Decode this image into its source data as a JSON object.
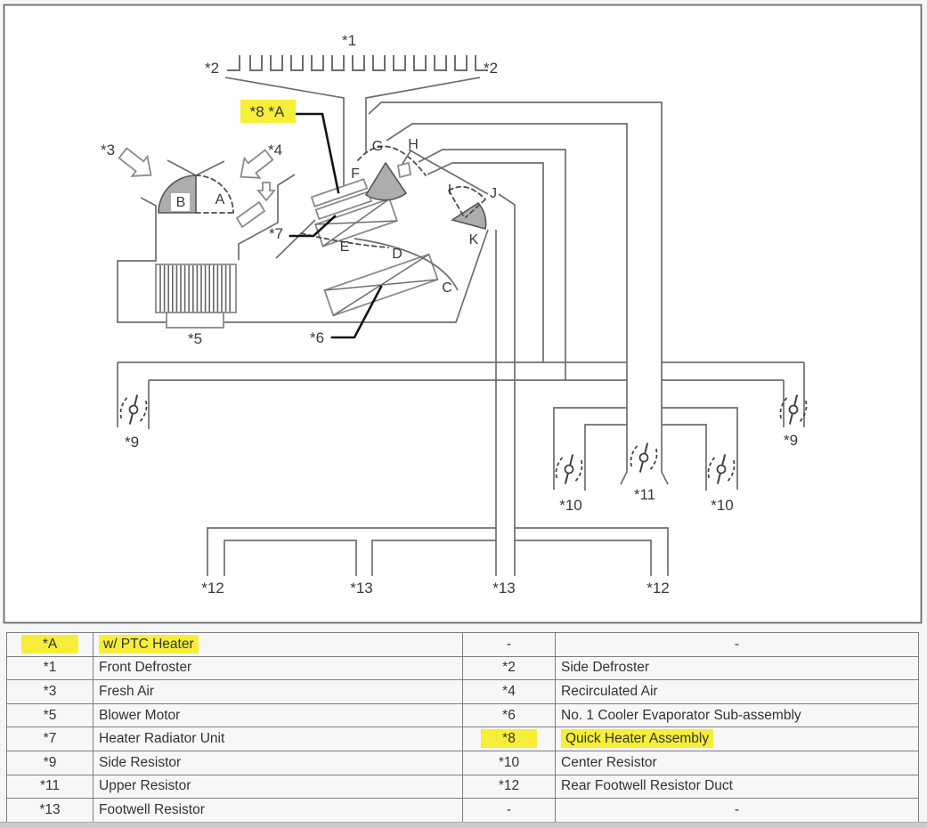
{
  "diagram": {
    "description": "HVAC air distribution schematic",
    "colors": {
      "highlight": "#f6ee39",
      "line": "#6e6e6e",
      "door_fill": "#adadad",
      "leader": "#141414"
    },
    "star_labels": [
      {
        "id": "label-1",
        "text": "*1"
      },
      {
        "id": "label-2-left",
        "text": "*2"
      },
      {
        "id": "label-2-right",
        "text": "*2"
      },
      {
        "id": "label-3",
        "text": "*3"
      },
      {
        "id": "label-4",
        "text": "*4"
      },
      {
        "id": "label-5",
        "text": "*5"
      },
      {
        "id": "label-6",
        "text": "*6"
      },
      {
        "id": "label-7",
        "text": "*7"
      },
      {
        "id": "label-8A",
        "text": "*8 *A",
        "highlighted": true
      },
      {
        "id": "label-9-left",
        "text": "*9"
      },
      {
        "id": "label-9-right",
        "text": "*9"
      },
      {
        "id": "label-10-left",
        "text": "*10"
      },
      {
        "id": "label-11",
        "text": "*11"
      },
      {
        "id": "label-10-right",
        "text": "*10"
      },
      {
        "id": "label-12-left",
        "text": "*12"
      },
      {
        "id": "label-13-left",
        "text": "*13"
      },
      {
        "id": "label-13-right",
        "text": "*13"
      },
      {
        "id": "label-12-right",
        "text": "*12"
      }
    ],
    "door_letters": [
      {
        "id": "door-A",
        "text": "A"
      },
      {
        "id": "door-B",
        "text": "B"
      },
      {
        "id": "door-C",
        "text": "C"
      },
      {
        "id": "door-D",
        "text": "D"
      },
      {
        "id": "door-E",
        "text": "E"
      },
      {
        "id": "door-F",
        "text": "F"
      },
      {
        "id": "door-G",
        "text": "G"
      },
      {
        "id": "door-H",
        "text": "H"
      },
      {
        "id": "door-I",
        "text": "I"
      },
      {
        "id": "door-J",
        "text": "J"
      },
      {
        "id": "door-K",
        "text": "K"
      }
    ]
  },
  "table": {
    "rows": [
      {
        "c0": "*A",
        "c1": "w/ PTC Heater",
        "c2": "-",
        "c3": "-",
        "hl_left": true,
        "hl_right": false
      },
      {
        "c0": "*1",
        "c1": "Front Defroster",
        "c2": "*2",
        "c3": "Side Defroster",
        "hl_left": false,
        "hl_right": false
      },
      {
        "c0": "*3",
        "c1": "Fresh Air",
        "c2": "*4",
        "c3": "Recirculated Air",
        "hl_left": false,
        "hl_right": false
      },
      {
        "c0": "*5",
        "c1": "Blower Motor",
        "c2": "*6",
        "c3": "No. 1 Cooler Evaporator Sub-assembly",
        "hl_left": false,
        "hl_right": false
      },
      {
        "c0": "*7",
        "c1": "Heater Radiator Unit",
        "c2": "*8",
        "c3": "Quick Heater Assembly",
        "hl_left": false,
        "hl_right": true
      },
      {
        "c0": "*9",
        "c1": "Side Resistor",
        "c2": "*10",
        "c3": "Center Resistor",
        "hl_left": false,
        "hl_right": false
      },
      {
        "c0": "*11",
        "c1": "Upper Resistor",
        "c2": "*12",
        "c3": "Rear Footwell Resistor Duct",
        "hl_left": false,
        "hl_right": false
      },
      {
        "c0": "*13",
        "c1": "Footwell Resistor",
        "c2": "-",
        "c3": "-",
        "hl_left": false,
        "hl_right": false
      }
    ]
  }
}
